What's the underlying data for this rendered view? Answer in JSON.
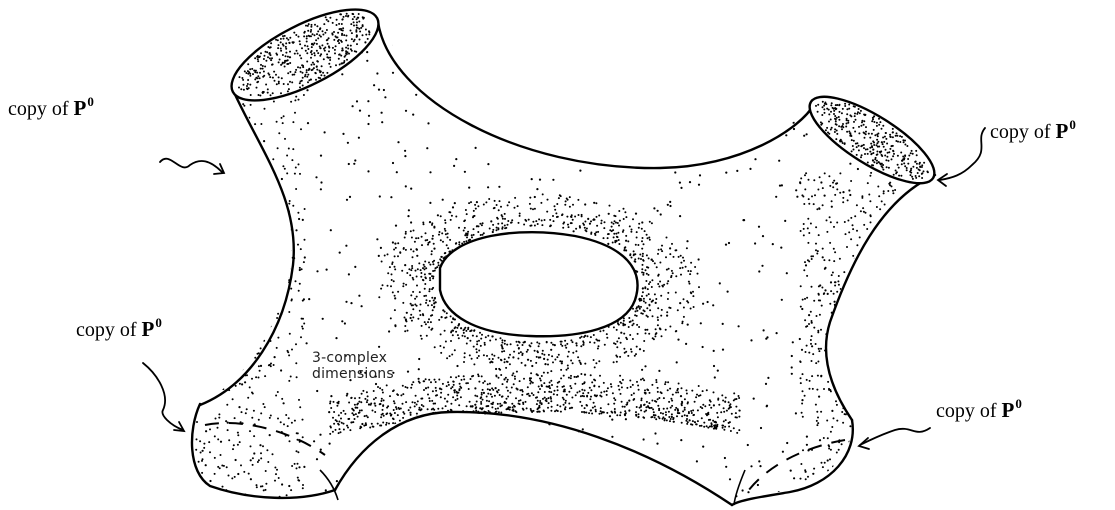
{
  "figure": {
    "labels": {
      "top_left": {
        "prefix": "copy of ",
        "symbol": "P",
        "superscript": "0"
      },
      "top_right": {
        "prefix": "copy of ",
        "symbol": "P",
        "superscript": "0"
      },
      "bottom_left": {
        "prefix": "copy of ",
        "symbol": "P",
        "superscript": "0"
      },
      "bottom_right": {
        "prefix": "copy of ",
        "symbol": "P",
        "superscript": "0"
      }
    },
    "annotation": {
      "line1": "3-complex",
      "line2": "dimensions"
    },
    "colors": {
      "ink": "#000000",
      "paper": "#ffffff"
    }
  }
}
